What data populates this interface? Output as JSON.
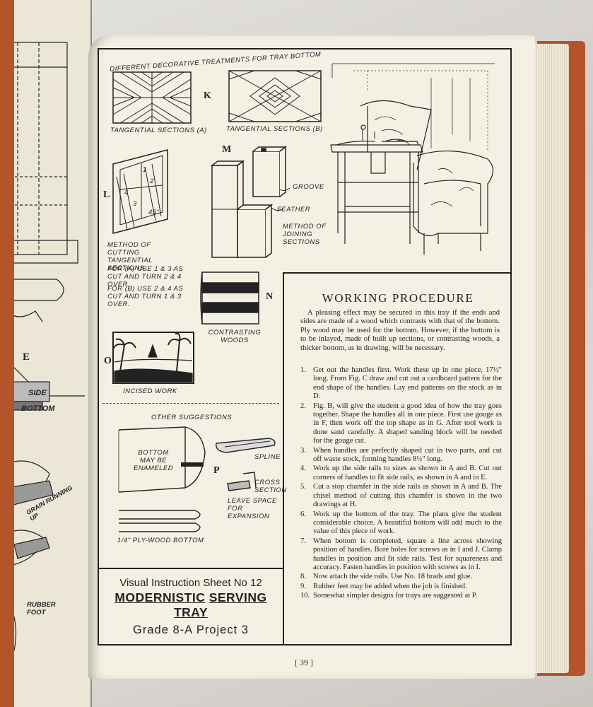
{
  "sheet": {
    "title_line1": "Visual Instruction Sheet No 12",
    "title_word1": "MODERNISTIC",
    "title_word2": "SERVING",
    "title_word3": "TRAY",
    "grade": "Grade 8-A Project 3",
    "page_number": "[ 39 ]"
  },
  "figures": {
    "decorative_heading": "DIFFERENT DECORATIVE TREATMENTS FOR TRAY BOTTOM",
    "k_letter": "K",
    "l_letter": "L",
    "m_letter": "M",
    "n_letter": "N",
    "o_letter": "O",
    "p_letter": "P",
    "tangential_a": "TANGENTIAL SECTIONS (A)",
    "tangential_b": "TANGENTIAL SECTIONS (B)",
    "groove": "GROOVE",
    "feather": "FEATHER",
    "method_joining": "METHOD OF JOINING SECTIONS",
    "method_cutting": "METHOD OF CUTTING TANGENTIAL SECTIONS",
    "for_a": "FOR (A) USE 1 & 3 AS CUT AND TURN 2 & 4 OVER.",
    "for_b": "FOR (B) USE 2 & 4 AS CUT AND TURN 1 & 3 OVER.",
    "contrasting_woods": "CONTRASTING WOODS",
    "incised_work": "INCISED WORK",
    "other_suggestions": "OTHER SUGGESTIONS",
    "bottom_enameled": "BOTTOM MAY BE ENAMELED",
    "spline": "SPLINE",
    "cross_section": "CROSS SECTION",
    "leave_space": "LEAVE SPACE FOR EXPANSION",
    "plywood_bottom": "1/4\" PLY-WOOD BOTTOM",
    "l_numbers": [
      "1",
      "2",
      "3",
      "4",
      "45°"
    ]
  },
  "left_page": {
    "e_letter": "E",
    "side": "SIDE",
    "bottom": "BOTTOM",
    "grain_running_up": "GRAIN RUNNING UP",
    "rubber_foot": "RUBBER FOOT"
  },
  "procedure": {
    "heading": "WORKING PROCEDURE",
    "intro": "A pleasing effect may be secured in this tray if the ends and sides are made of a wood which contrasts with that of the bottom. Ply wood may be used for the bottom. However, if the bottom is to be inlayed, made of built up sections, or contrasting woods, a thicker bottom, as in drawing, will be necessary.",
    "steps": [
      {
        "n": "1.",
        "text": "Get out the handles first. Work these up in one piece, 17½\" long. From Fig. C draw and cut out a cardboard pattern for the end shape of the handles. Lay end patterns on the stock as in D."
      },
      {
        "n": "2.",
        "text": "Fig. B, will give the student a good idea of how the tray goes together. Shape the handles all in one piece. First use gouge as in F, then work off the top shape as in G. After tool work is done sand carefully. A shaped sanding block will be needed for the gouge cut."
      },
      {
        "n": "3.",
        "text": "When handles are perfectly shaped cut in two parts, and cut off waste stock, forming handles 8½\" long."
      },
      {
        "n": "4.",
        "text": "Work up the side rails to sizes as shown in A and B. Cut out corners of handles to fit side rails, as shown in A and in E."
      },
      {
        "n": "5.",
        "text": "Cut a stop chamfer in the side rails as shown in A and B. The chisel method of cutting this chamfer is shown in the two drawings at H."
      },
      {
        "n": "6.",
        "text": "Work up the bottom of the tray. The plans give the student considerable choice. A beautiful bottom will add much to the value of this piece of work."
      },
      {
        "n": "7.",
        "text": "When bottom is completed, square a line across showing position of handles. Bore holes for screws as in I and J. Clamp handles in position and fit side rails. Test for squareness and accuracy. Fasten handles in position with screws as in I."
      },
      {
        "n": "8.",
        "text": "Now attach the side rails. Use No. 18 brads and glue."
      },
      {
        "n": "9.",
        "text": "Rubber feet may be added when the job is finished."
      },
      {
        "n": "10.",
        "text": "Somewhat simpler designs for trays are suggested at P."
      }
    ]
  }
}
